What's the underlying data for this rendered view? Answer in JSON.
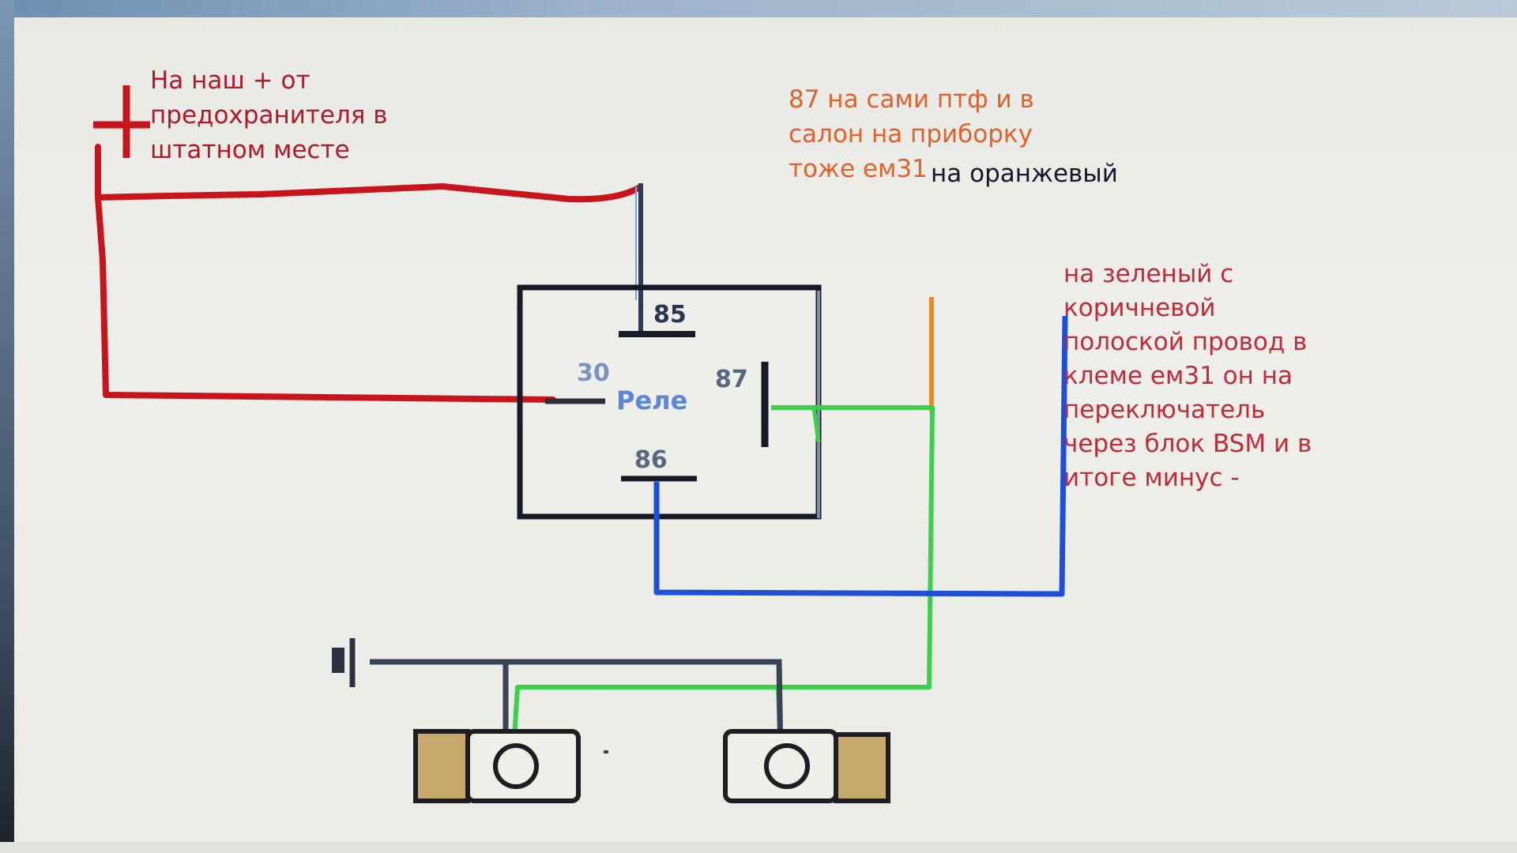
{
  "diagram": {
    "relay": {
      "label": "Реле",
      "pin_85": "85",
      "pin_30": "30",
      "pin_87": "87",
      "pin_86": "86"
    },
    "notes": {
      "plus_fuse": [
        "На наш + от",
        "предохранителя в",
        "штатном месте"
      ],
      "pin87": [
        "87 на сами птф и в",
        "салон на приборку",
        "тоже ем31"
      ],
      "orange": "на оранжевый",
      "green": [
        "на зеленый с",
        "коричневой",
        "полоской провод в",
        "клеме ем31 он на",
        "переключатель",
        "через блок BSM и в",
        "итоге минус -"
      ]
    },
    "wire_colors": {
      "plus": "#c8141c",
      "control_85": "#2c3a55",
      "output_87": "#3ccf4c",
      "orange": "#f08a1c",
      "ground_86": "#1f4fd8",
      "ground_common": "#3a4458"
    },
    "icons": [
      "plus-sign-icon",
      "relay-icon",
      "ground-connector-icon",
      "fog-lamp-left-icon",
      "fog-lamp-right-icon"
    ]
  }
}
